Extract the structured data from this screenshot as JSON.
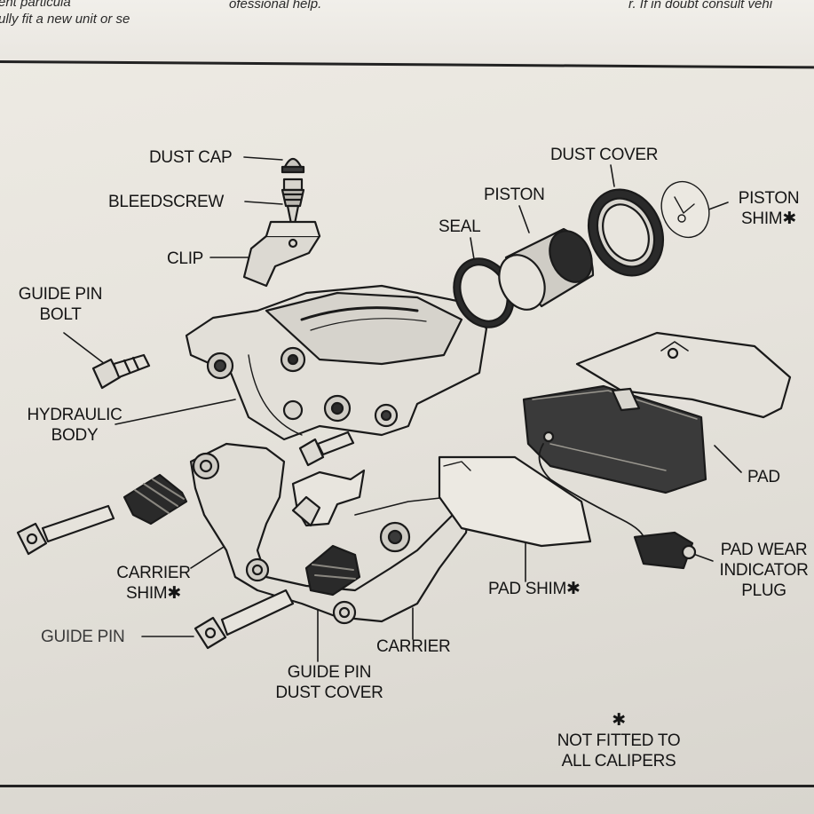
{
  "header": {
    "line1_left": "ent particula",
    "line2_left": "ully fit a new unit or se",
    "line2_mid": "ofessional help.",
    "line1_right": "r. If in doubt consult vehi"
  },
  "labels": {
    "dust_cap": "DUST CAP",
    "bleedscrew": "BLEEDSCREW",
    "clip": "CLIP",
    "guide_pin_bolt_1": "GUIDE PIN",
    "guide_pin_bolt_2": "BOLT",
    "hydraulic_body_1": "HYDRAULIC",
    "hydraulic_body_2": "BODY",
    "carrier_shim_1": "CARRIER",
    "carrier_shim_2": "SHIM✱",
    "guide_pin": "GUIDE PIN",
    "guide_pin_dust_cover_1": "GUIDE PIN",
    "guide_pin_dust_cover_2": "DUST COVER",
    "carrier": "CARRIER",
    "seal": "SEAL",
    "piston": "PISTON",
    "dust_cover": "DUST COVER",
    "piston_shim_1": "PISTON",
    "piston_shim_2": "SHIM✱",
    "pad": "PAD",
    "pad_shim": "PAD SHIM✱",
    "pad_wear_1": "PAD WEAR",
    "pad_wear_2": "INDICATOR",
    "pad_wear_3": "PLUG"
  },
  "footnote": {
    "asterisk": "✱",
    "line1": "NOT FITTED TO",
    "line2": "ALL CALIPERS"
  }
}
